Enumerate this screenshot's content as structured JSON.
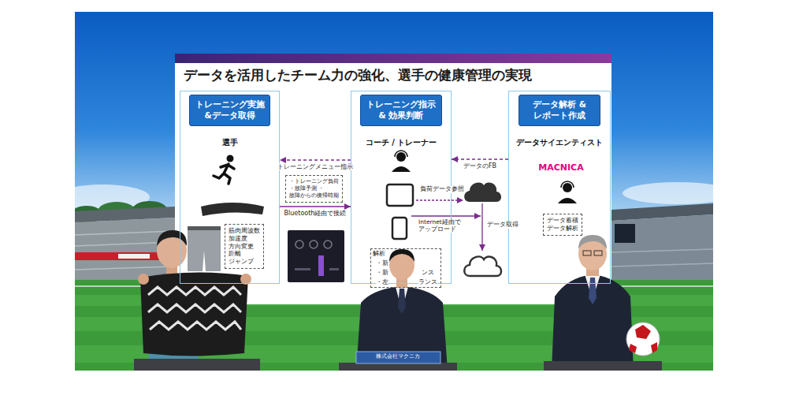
{
  "diagram": {
    "title": "データを活用したチーム力の強化、選手の健康管理の実現",
    "nodes": [
      {
        "text": [
          "選手"
        ]
      },
      {
        "text": [
          "トレーニング実施 &データ取得"
        ],
        "in": 0
      },
      {
        "text": [
          "筋肉周波数 加速度 方向変更 距離 ジャンプ"
        ],
        "in": 0
      },
      {
        "text": [
          "コーチ / トレーナー"
        ]
      },
      {
        "text": [
          "トレーニング指示 & 効果判断"
        ],
        "in": 3
      },
      {
        "text": [
          "解析",
          "・新",
          "・新",
          "ンス",
          "・左",
          "ランス"
        ],
        "in": 3
      },
      {
        "text": [
          "データサイエンティスト"
        ]
      },
      {
        "text": [
          "データ解析 & レポート作成"
        ],
        "in": 6
      },
      {
        "text": [
          "データ蓄積 データ解析"
        ],
        "in": 6
      },
      {
        "text": [
          "・トレーニング負荷 ・故障予測 ・故障からの復帰時期"
        ]
      }
    ],
    "edges": [
      {
        "from": 3,
        "to": 0,
        "arrow": "to",
        "label": "トレーニングメニュー指示"
      },
      {
        "from": 0,
        "to": 3,
        "arrow": "to",
        "label": "Bluetooth経由で接続"
      },
      {
        "from": 6,
        "to": 3,
        "arrow": "to",
        "label": "データのFB"
      }
    ],
    "labels": [
      "負荷データ参照",
      "Internet経由で アップロード",
      "データ取得",
      "MACNICA",
      "株式会社マクニカ"
    ]
  }
}
